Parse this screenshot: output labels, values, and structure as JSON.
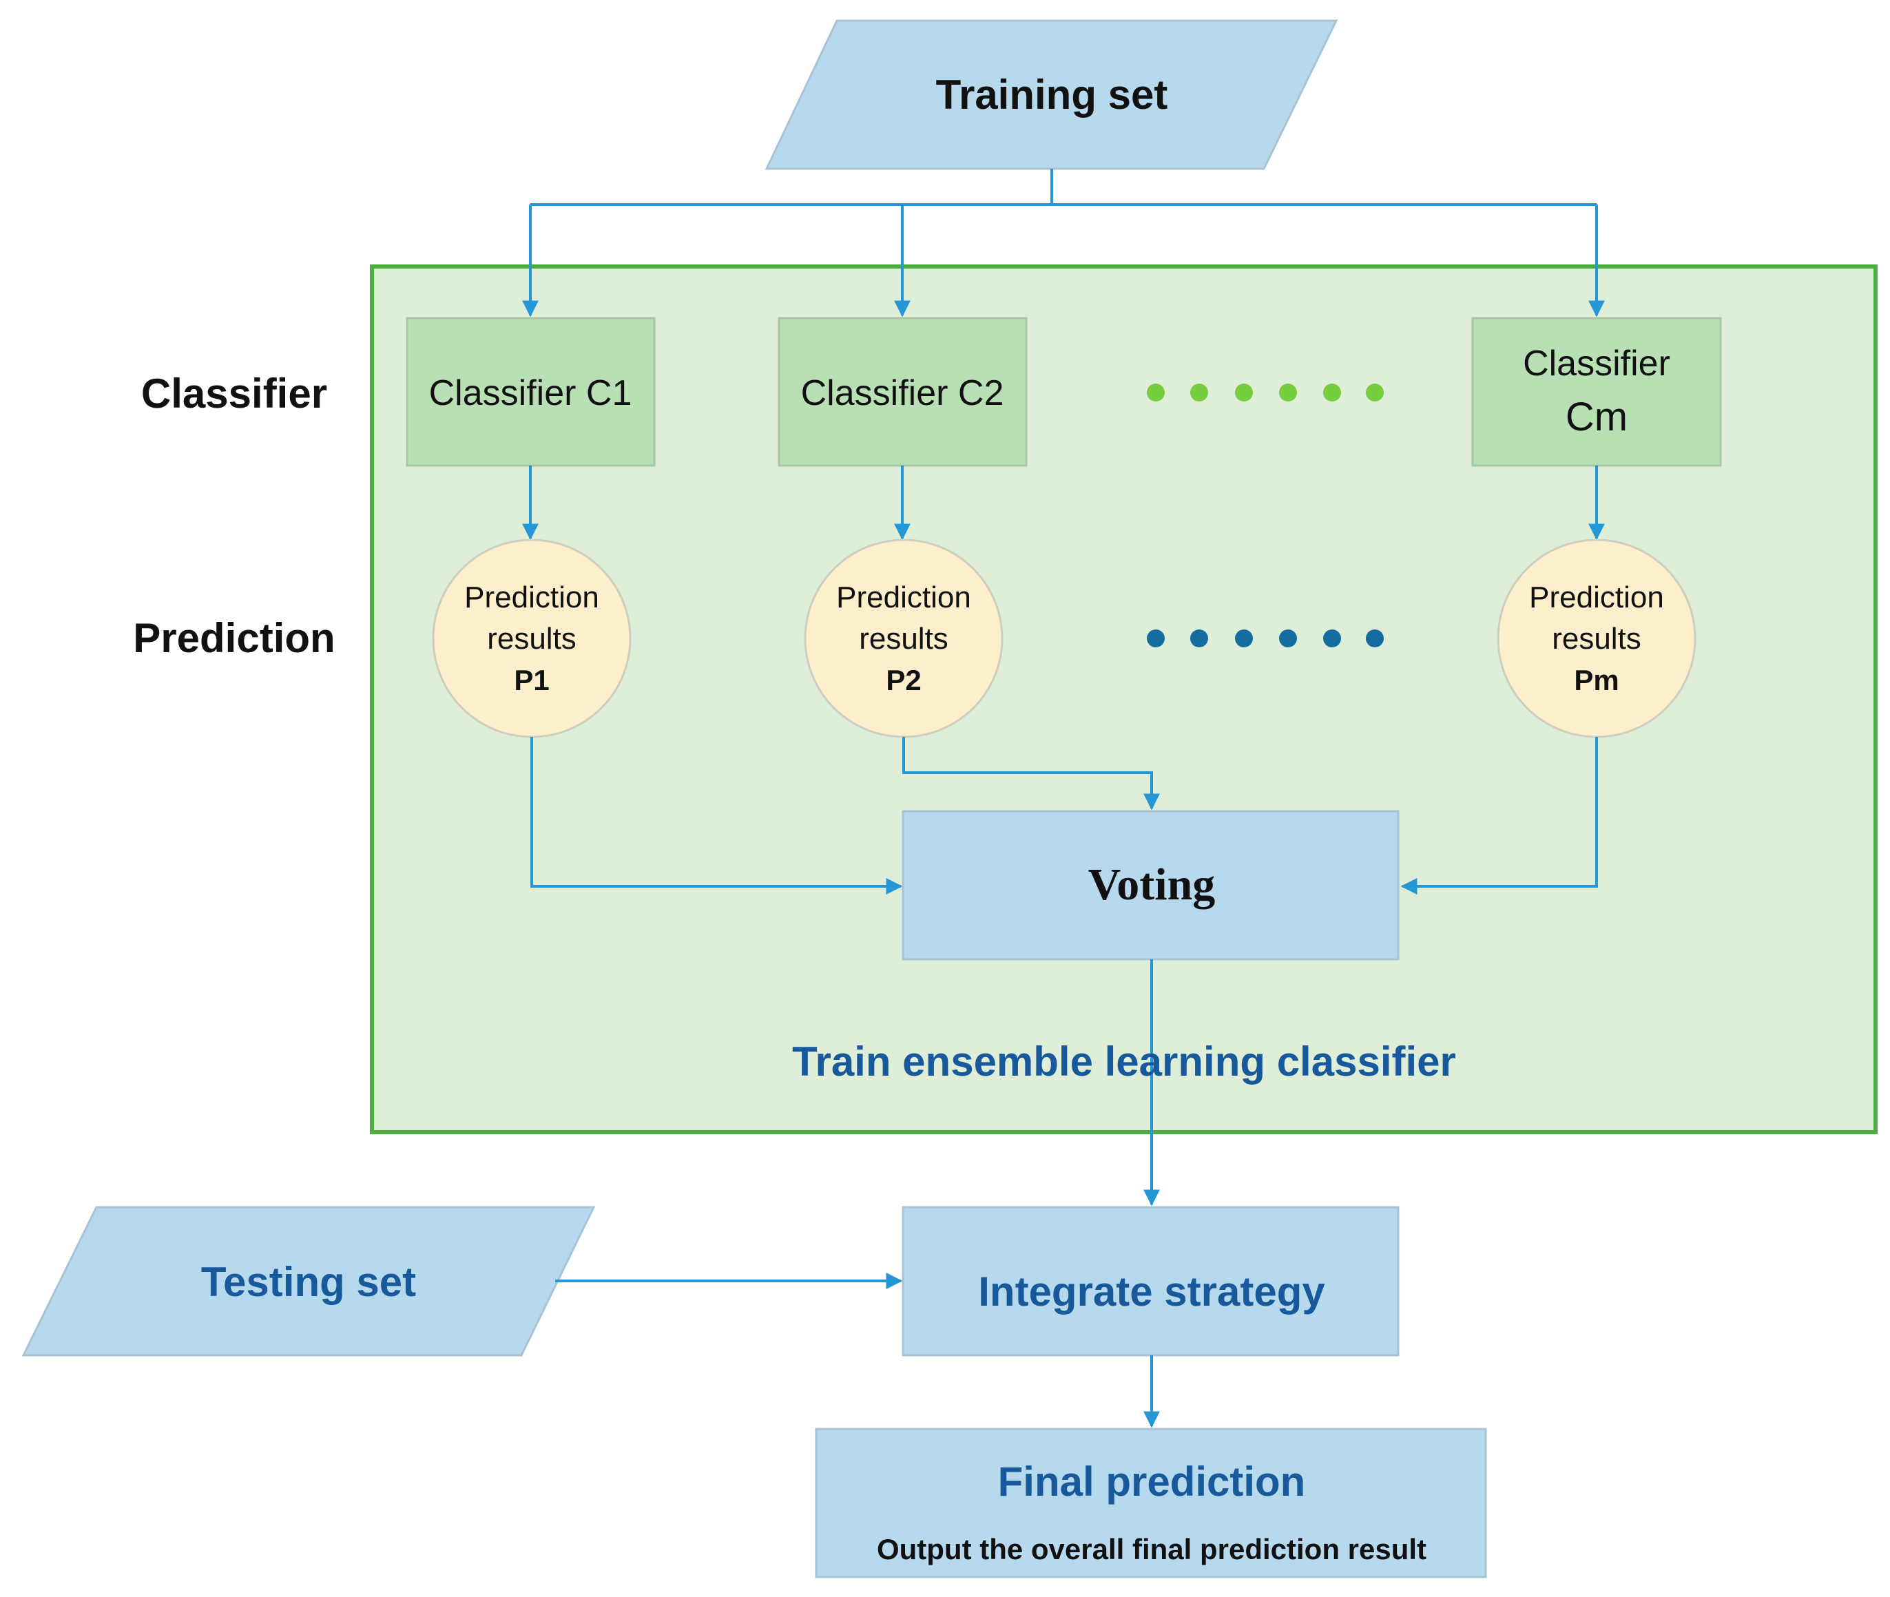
{
  "diagram": {
    "training_set": "Training set",
    "row_labels": {
      "classifier": "Classifier",
      "prediction": "Prediction"
    },
    "classifiers": [
      {
        "label": "Classifier C1"
      },
      {
        "label": "Classifier C2"
      },
      {
        "label_line1": "Classifier",
        "label_line2": "Cm"
      }
    ],
    "predictions": [
      {
        "line1": "Prediction",
        "line2": "results",
        "id": "P1"
      },
      {
        "line1": "Prediction",
        "line2": "results",
        "id": "P2"
      },
      {
        "line1": "Prediction",
        "line2": "results",
        "id": "Pm"
      }
    ],
    "voting": "Voting",
    "ensemble_caption": "Train ensemble learning classifier",
    "testing_set": "Testing set",
    "integrate": "Integrate strategy",
    "final_title": "Final prediction",
    "final_subtitle": "Output the overall final prediction result",
    "colors": {
      "parallelogram_fill": "#b7d9ee",
      "box_blue": "#b7d9ee",
      "classifier_fill": "#b9e0b5",
      "ensemble_fill": "#deeed8",
      "ensemble_border": "#4fae42",
      "prediction_fill": "#fdefcc",
      "arrow": "#2597d6",
      "dots_green": "#76cd3e",
      "dots_blue": "#146ca1",
      "title_blue": "#17599a"
    }
  }
}
